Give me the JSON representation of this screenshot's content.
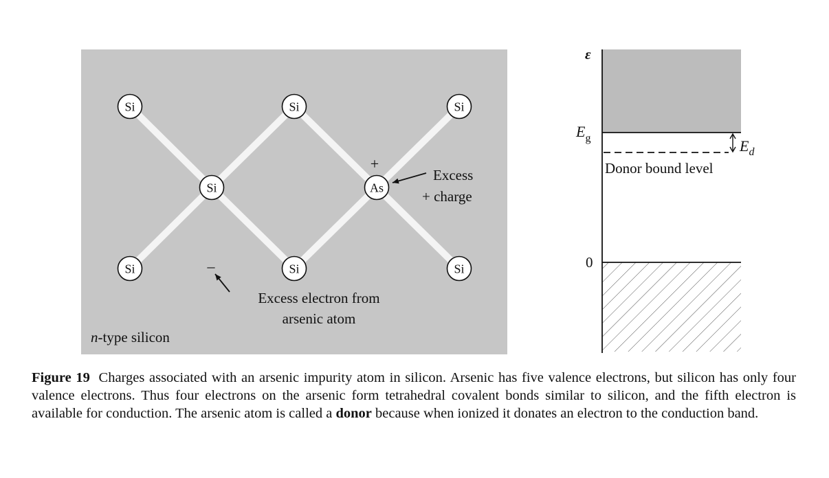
{
  "lattice": {
    "atoms": [
      {
        "name": "atom-si-top-left",
        "label": "Si"
      },
      {
        "name": "atom-si-top-center",
        "label": "Si"
      },
      {
        "name": "atom-si-top-right",
        "label": "Si"
      },
      {
        "name": "atom-si-middle-left",
        "label": "Si"
      },
      {
        "name": "atom-as-middle-right",
        "label": "As"
      },
      {
        "name": "atom-si-bottom-left",
        "label": "Si"
      },
      {
        "name": "atom-si-bottom-center",
        "label": "Si"
      },
      {
        "name": "atom-si-bottom-right",
        "label": "Si"
      }
    ],
    "plus_sign": "+",
    "minus_sign": "–",
    "excess_charge_line1": "Excess",
    "excess_charge_line2": "+ charge",
    "excess_electron_line1": "Excess electron from",
    "excess_electron_line2": "arsenic atom",
    "panel_label_italic": "n",
    "panel_label_rest": "-type silicon",
    "colors": {
      "background": "#c6c6c6",
      "bond": "#f4f4f4",
      "atom_fill": "#ffffff"
    }
  },
  "band_diagram": {
    "energy_symbol": "ε",
    "gap_label_main": "E",
    "gap_label_sub": "g",
    "donor_label_main": "E",
    "donor_label_sub": "d",
    "donor_level_text": "Donor bound level",
    "zero_label": "0",
    "colors": {
      "conduction_band": "#bcbcbc"
    }
  },
  "caption": {
    "label": "Figure 19",
    "text_part1": "Charges associated with an arsenic impurity atom in silicon. Arsenic has five valence electrons, but silicon has only four valence electrons. Thus four electrons on the arsenic form tetrahedral covalent bonds similar to silicon, and the fifth electron is available for conduction. The arsenic atom is called a ",
    "bold_word": "donor",
    "text_part2": " because when ionized it donates an electron to the conduction band."
  }
}
